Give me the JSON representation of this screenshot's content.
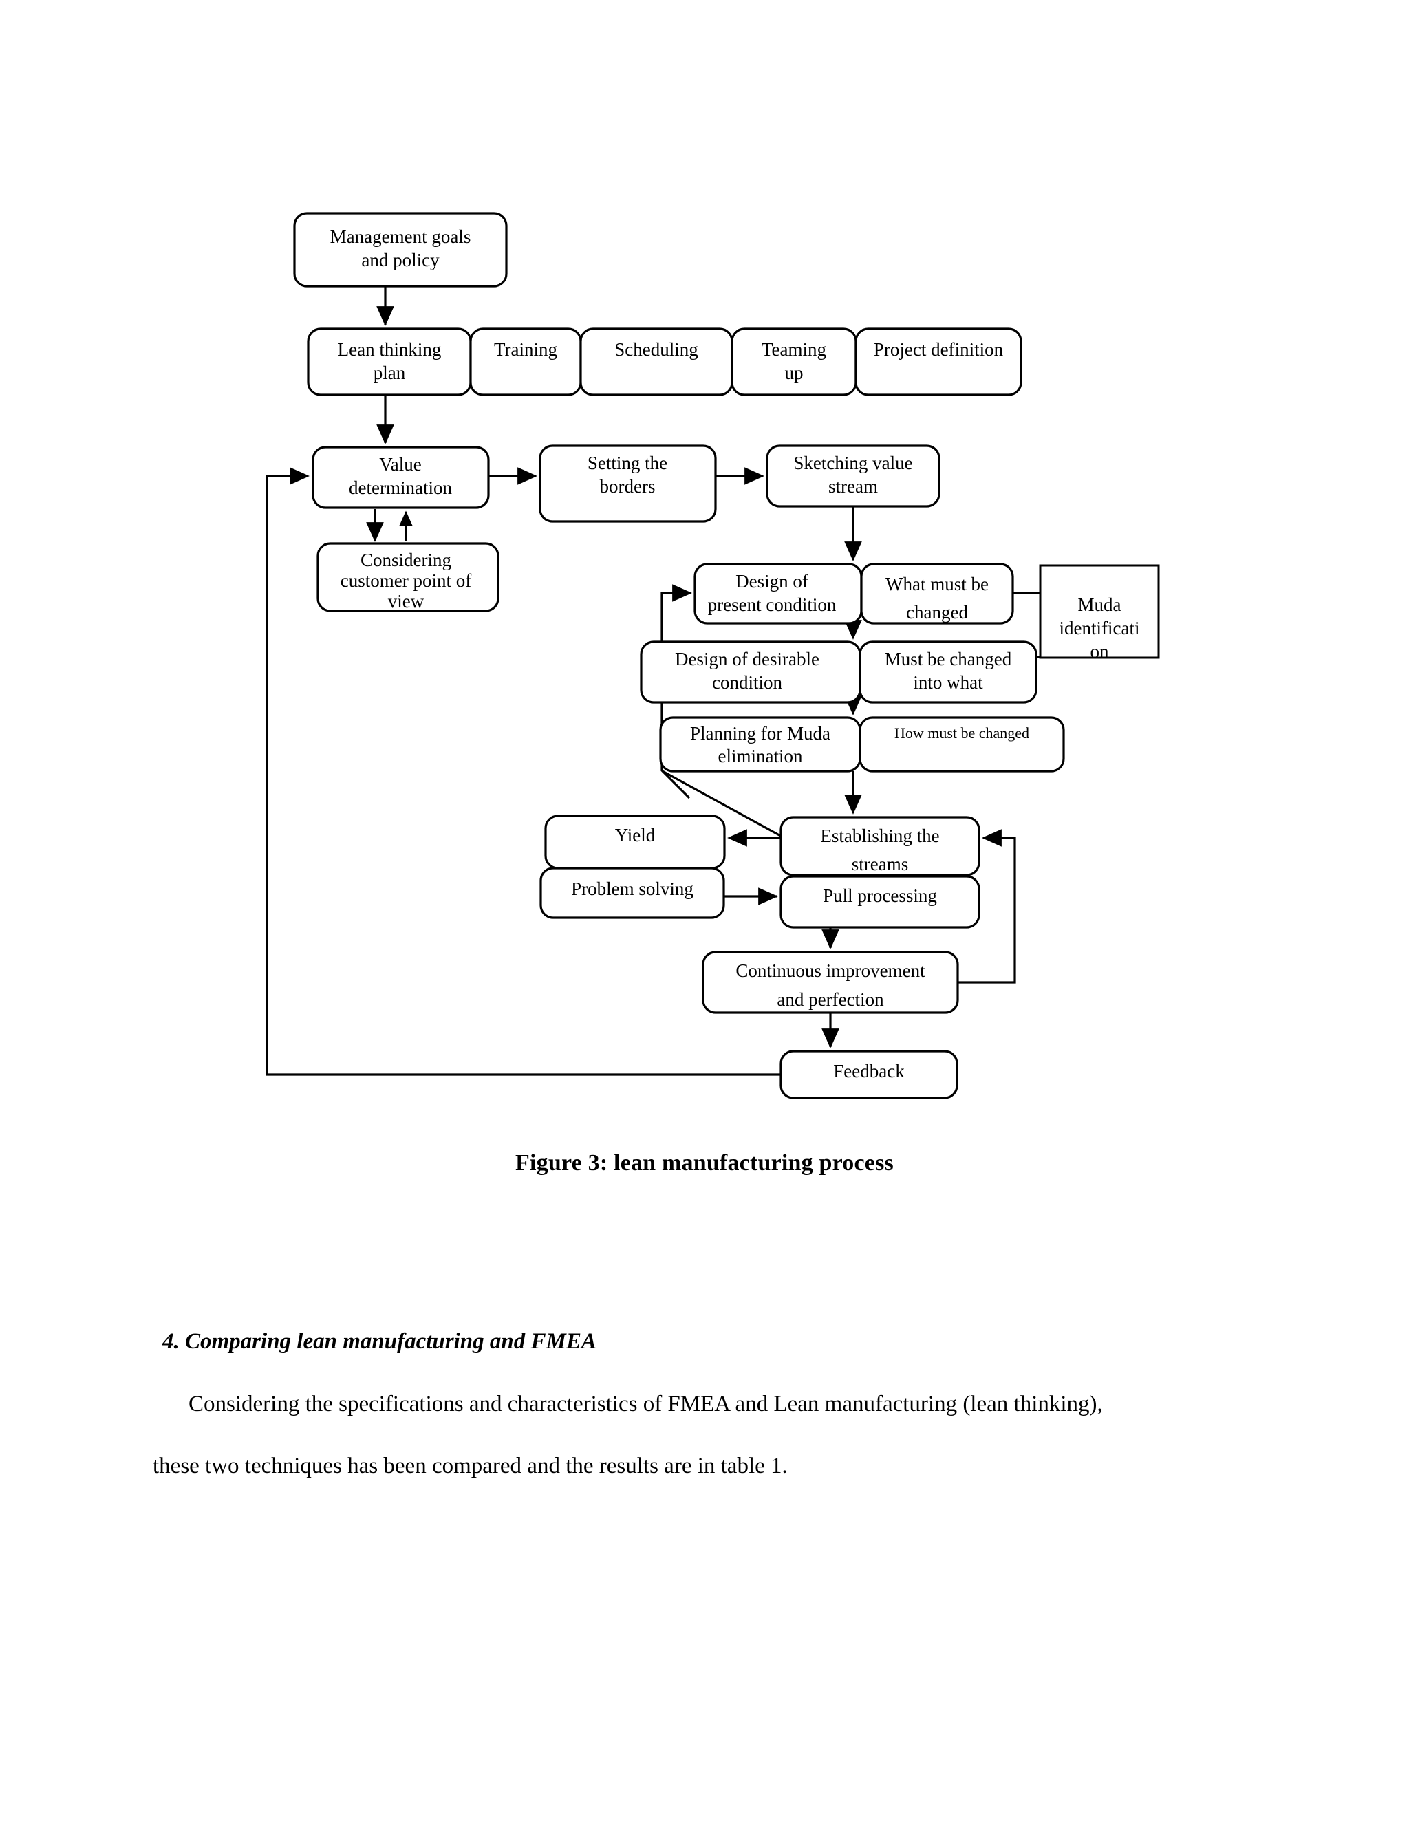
{
  "figure": {
    "caption": "Figure 3: lean manufacturing process",
    "nodes": {
      "management_goals": "Management goals and policy",
      "lean_thinking_plan": "Lean thinking plan",
      "training": "Training",
      "scheduling": "Scheduling",
      "teaming_up": "Teaming up",
      "project_definition": "Project definition",
      "value_determination": "Value determination",
      "setting_the_borders": "Setting the borders",
      "sketching_value_stream": "Sketching value stream",
      "considering_customer": "Considering customer point of view",
      "design_present_condition": "Design of present condition",
      "what_must_be_changed": "What must be changed",
      "muda_identification": "Muda identification",
      "design_desirable_condition": "Design of desirable condition",
      "must_be_changed_into_what": "Must be changed into what",
      "planning_muda_elimination": "Planning for Muda elimination",
      "how_must_be_changed": "How must be changed",
      "yield": "Yield",
      "problem_solving": "Problem solving",
      "establishing_streams": "Establishing the streams",
      "pull_processing": "Pull processing",
      "continuous_improvement": "Continuous improvement and perfection",
      "feedback": "Feedback"
    },
    "node_lines": {
      "management_goals": [
        "Management goals",
        "and policy"
      ],
      "lean_thinking_plan": [
        "Lean thinking",
        "plan"
      ],
      "training": [
        "Training"
      ],
      "scheduling": [
        "Scheduling"
      ],
      "teaming_up": [
        "Teaming",
        "up"
      ],
      "project_definition": [
        "Project definition"
      ],
      "value_determination": [
        "Value",
        "determination"
      ],
      "setting_the_borders": [
        "Setting the",
        "borders"
      ],
      "sketching_value_stream": [
        "Sketching value",
        "stream"
      ],
      "considering_customer": [
        "Considering",
        "customer point of",
        "view"
      ],
      "design_present_condition": [
        "Design of",
        "present condition"
      ],
      "what_must_be_changed": [
        "What must be",
        "changed"
      ],
      "muda_identification": [
        "Muda",
        "identificati",
        "on"
      ],
      "design_desirable_condition": [
        "Design of desirable",
        "condition"
      ],
      "must_be_changed_into_what": [
        "Must be changed",
        "into what"
      ],
      "planning_muda_elimination": [
        "Planning for Muda",
        "elimination"
      ],
      "how_must_be_changed": [
        "How must be changed"
      ],
      "yield": [
        "Yield"
      ],
      "problem_solving": [
        "Problem solving"
      ],
      "establishing_streams": [
        "Establishing the",
        "streams"
      ],
      "pull_processing": [
        "Pull processing"
      ],
      "continuous_improvement": [
        "Continuous improvement",
        "and perfection"
      ],
      "feedback": [
        "Feedback"
      ]
    }
  },
  "document": {
    "section_heading": "4. Comparing lean manufacturing and FMEA",
    "paragraph_line_1": "Considering the specifications and characteristics of FMEA and Lean manufacturing (lean thinking),",
    "paragraph_line_2": "these two techniques has been compared and the results are in table 1."
  },
  "colors": {
    "page_background": "#ffffff",
    "ink": "#000000",
    "node_fill": "#ffffff",
    "node_stroke": "#000000"
  }
}
